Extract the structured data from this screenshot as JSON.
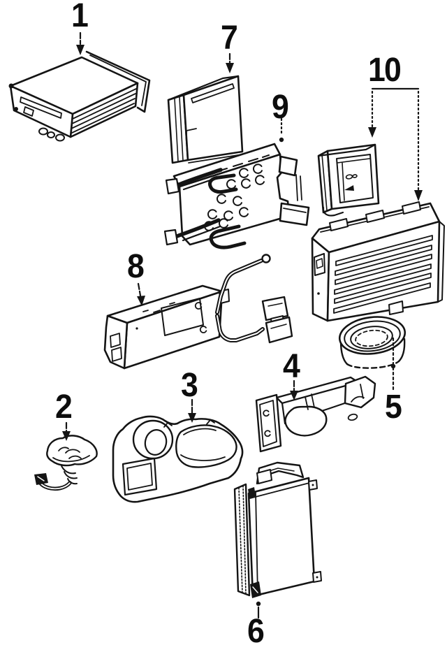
{
  "diagram": {
    "background_color": "#ffffff",
    "line_color": "#141414"
  },
  "callouts": [
    {
      "label": "1"
    },
    {
      "label": "2"
    },
    {
      "label": "3"
    },
    {
      "label": "4"
    },
    {
      "label": "5"
    },
    {
      "label": "6"
    },
    {
      "label": "7"
    },
    {
      "label": "8"
    },
    {
      "label": "9"
    },
    {
      "label": "10"
    }
  ]
}
